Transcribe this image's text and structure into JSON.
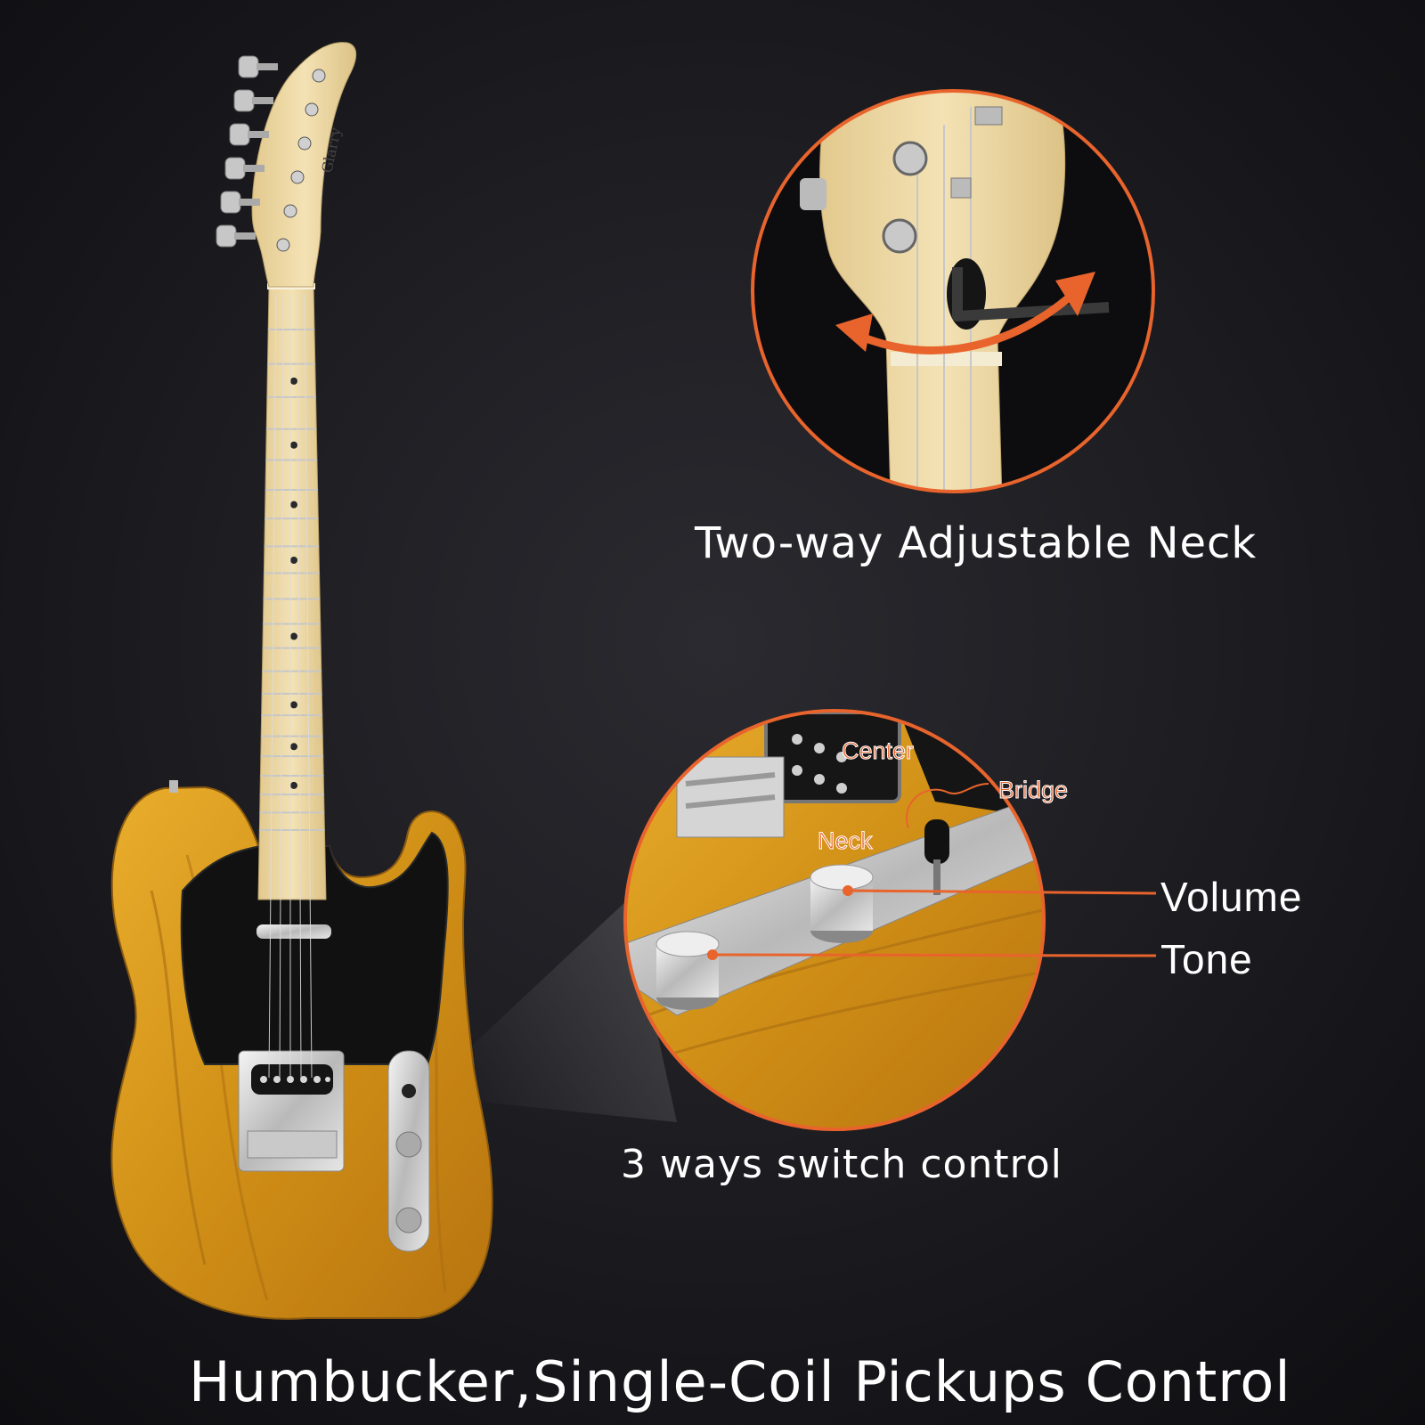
{
  "captions": {
    "neck": "Two-way Adjustable Neck",
    "switch": "3 ways switch control",
    "main": "Humbucker,Single-Coil Pickups Control",
    "volume": "Volume",
    "tone": "Tone"
  },
  "switch_labels": {
    "center": "Center",
    "bridge": "Bridge",
    "neck": "Neck"
  },
  "brand": "Glarry",
  "colors": {
    "background": "#121216",
    "accent": "#e8642c",
    "body": "#d99a1e",
    "pickguard": "#111111",
    "maple": "#efd9a4"
  }
}
